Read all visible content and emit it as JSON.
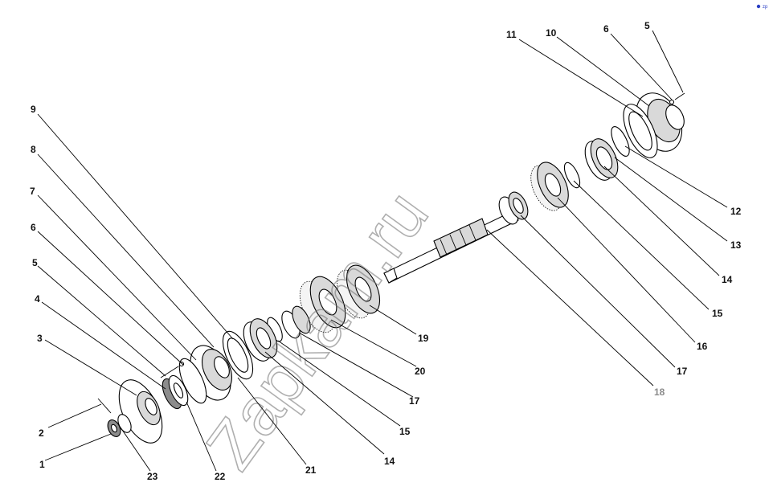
{
  "watermark": "Zapkam.ru",
  "corner_mark": "zp",
  "callouts": [
    {
      "id": "c-11-top",
      "text": "11",
      "muted": false
    },
    {
      "id": "c-10-top",
      "text": "10",
      "muted": false
    },
    {
      "id": "c-6-top",
      "text": "6",
      "muted": false
    },
    {
      "id": "c-5-top",
      "text": "5",
      "muted": false
    },
    {
      "id": "c-12",
      "text": "12",
      "muted": false
    },
    {
      "id": "c-13",
      "text": "13",
      "muted": false
    },
    {
      "id": "c-14-right",
      "text": "14",
      "muted": false
    },
    {
      "id": "c-15-right",
      "text": "15",
      "muted": false
    },
    {
      "id": "c-16",
      "text": "16",
      "muted": false
    },
    {
      "id": "c-17-right",
      "text": "17",
      "muted": false
    },
    {
      "id": "c-18",
      "text": "18",
      "muted": true
    },
    {
      "id": "c-9",
      "text": "9",
      "muted": false
    },
    {
      "id": "c-8",
      "text": "8",
      "muted": false
    },
    {
      "id": "c-7",
      "text": "7",
      "muted": false
    },
    {
      "id": "c-6-left",
      "text": "6",
      "muted": false
    },
    {
      "id": "c-5-left",
      "text": "5",
      "muted": false
    },
    {
      "id": "c-4",
      "text": "4",
      "muted": false
    },
    {
      "id": "c-3",
      "text": "3",
      "muted": false
    },
    {
      "id": "c-2",
      "text": "2",
      "muted": false
    },
    {
      "id": "c-1",
      "text": "1",
      "muted": false
    },
    {
      "id": "c-23",
      "text": "23",
      "muted": false
    },
    {
      "id": "c-22",
      "text": "22",
      "muted": false
    },
    {
      "id": "c-21",
      "text": "21",
      "muted": false
    },
    {
      "id": "c-14-bottom",
      "text": "14",
      "muted": false
    },
    {
      "id": "c-15-bottom",
      "text": "15",
      "muted": false
    },
    {
      "id": "c-17-bottom",
      "text": "17",
      "muted": false
    },
    {
      "id": "c-20",
      "text": "20",
      "muted": false
    },
    {
      "id": "c-19",
      "text": "19",
      "muted": false
    }
  ]
}
